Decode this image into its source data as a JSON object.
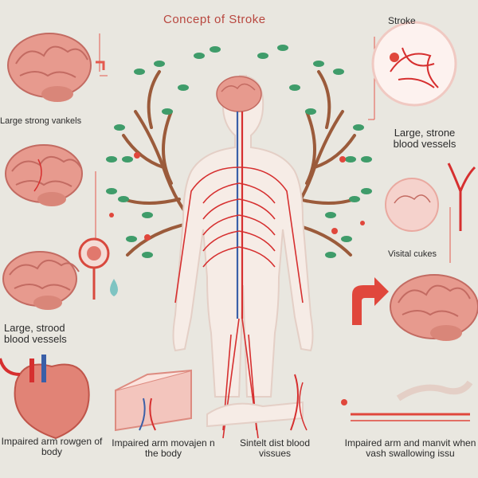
{
  "title": "Concept of Stroke",
  "labels": {
    "top_left": "Large strong vankels",
    "top_right_title": "Stroke",
    "right_mid": "Large, strone blood vessels",
    "right_small": "Visital cukes",
    "mid_left": "Large, strood blood vessels",
    "bottom_1": "Impaired arm rowgen of body",
    "bottom_2": "Impaired arm movajen n the body",
    "bottom_3": "Sintelt dist blood vissues",
    "bottom_4": "Impaired arm and manvit when vash swallowing issu"
  },
  "colors": {
    "background": "#e9e7e0",
    "vessel": "#d62f2f",
    "vessel_blue": "#3a5fa8",
    "brain": "#e79a8e",
    "leaf": "#3f9c6a",
    "branch": "#9b5b3b",
    "body": "#f6ece6"
  },
  "icons": [
    "brain-icon",
    "heart-icon",
    "arrow-icon",
    "water-drop-icon",
    "lung-icon",
    "tissue-icon",
    "vessel-icon"
  ]
}
